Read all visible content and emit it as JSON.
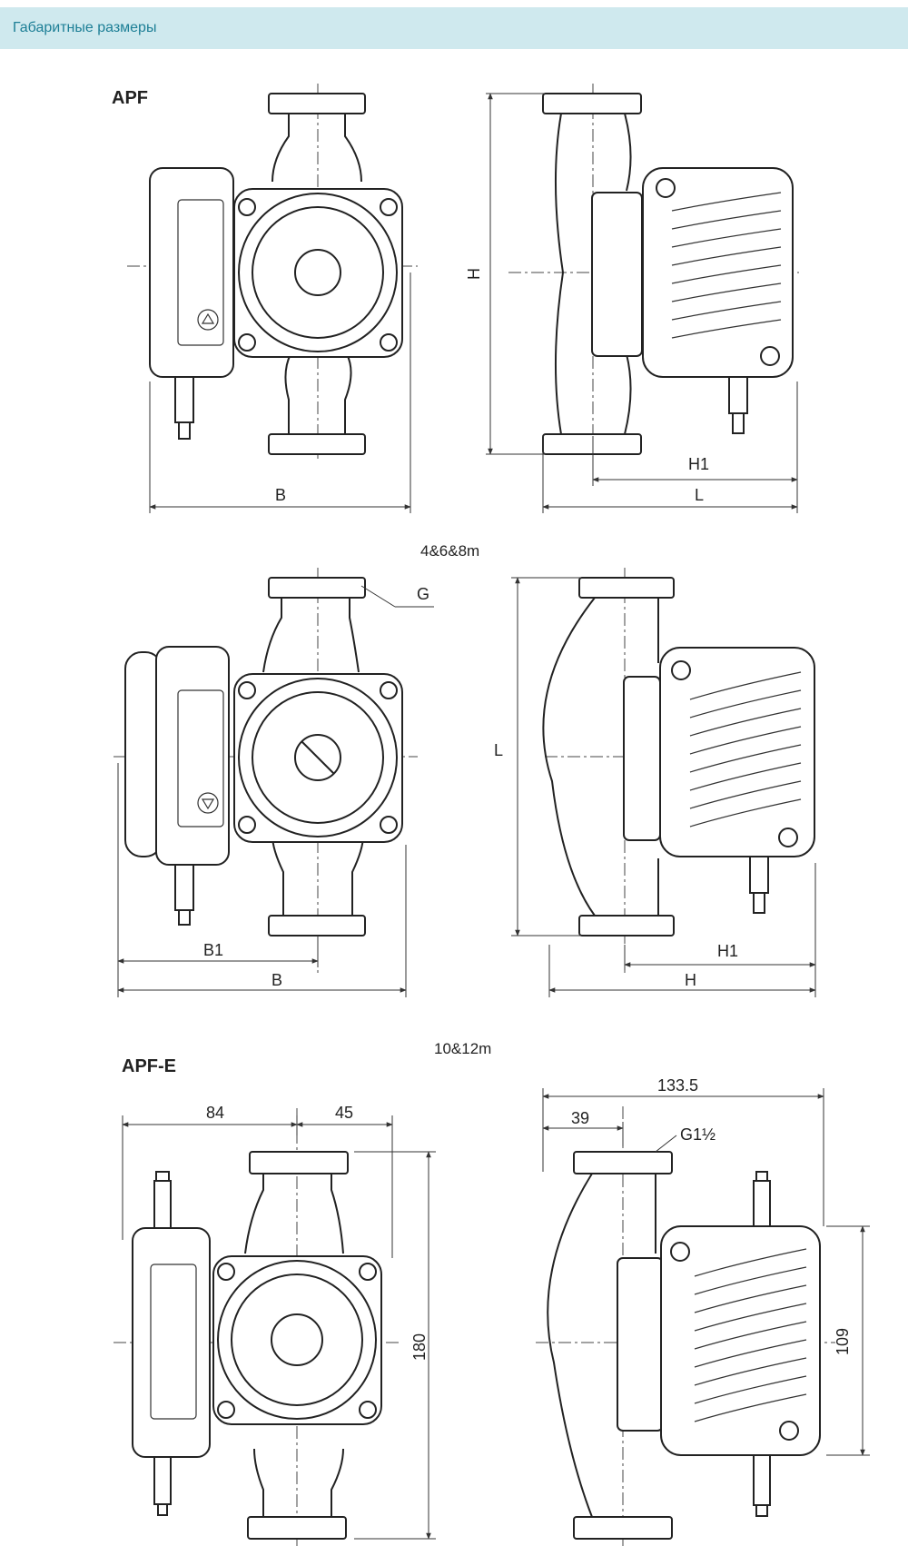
{
  "header": {
    "title": "Габаритные размеры"
  },
  "sections": {
    "apf": {
      "model": "APF",
      "labels": {
        "B": "B",
        "H": "H",
        "H1": "H1",
        "L": "L"
      }
    },
    "mid": {
      "caption": "4&6&8m",
      "labels": {
        "G": "G",
        "L": "L",
        "B1": "B1",
        "B": "B",
        "H1": "H1",
        "H": "H"
      }
    },
    "apfe": {
      "caption": "10&12m",
      "model": "APF-E",
      "labels": {
        "d84": "84",
        "d45": "45",
        "d180": "180",
        "d133": "133.5",
        "d39": "39",
        "G": "G1½",
        "d109": "109"
      }
    }
  },
  "colors": {
    "header_bg": "#cfe9ee",
    "header_text": "#1d7f96",
    "line": "#222222"
  }
}
